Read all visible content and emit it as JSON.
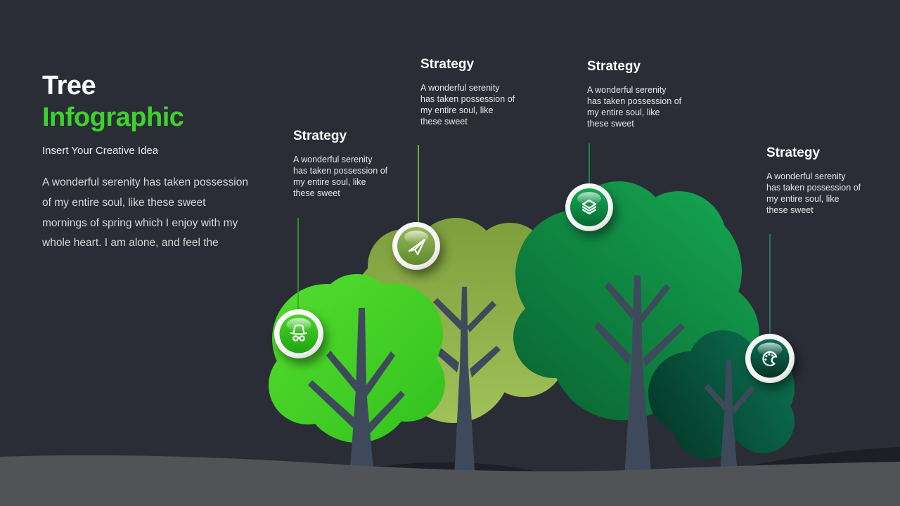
{
  "slide": {
    "title_line1": "Tree",
    "title_line2": "Infographic",
    "subtitle": "Insert Your Creative Idea",
    "intro_lines": [
      "A wonderful serenity has taken possession",
      "of my entire soul, like these sweet",
      "mornings of spring which I enjoy with my",
      "whole heart. I am alone, and feel the"
    ]
  },
  "strategies": [
    {
      "heading": "Strategy",
      "body_lines": [
        "A wonderful serenity",
        "has taken possession of",
        "my entire soul, like",
        "these sweet"
      ],
      "icon": "incognito"
    },
    {
      "heading": "Strategy",
      "body_lines": [
        "A wonderful serenity",
        "has taken possession of",
        "my entire soul, like",
        "these sweet"
      ],
      "icon": "paper-plane"
    },
    {
      "heading": "Strategy",
      "body_lines": [
        "A wonderful serenity",
        "has taken possession of",
        "my entire soul, like",
        "these sweet"
      ],
      "icon": "layers"
    },
    {
      "heading": "Strategy",
      "body_lines": [
        "A wonderful serenity",
        "has taken possession of",
        "my entire soul, like",
        "these sweet"
      ],
      "icon": "palette"
    }
  ],
  "colors": {
    "background": "#2A2D36",
    "ground": "#525356",
    "hill": "#1D1F26",
    "trunk": "#3E4A5C",
    "title_accent": "#3CD32A",
    "tree1_light": "#55DC2F",
    "tree1_dark": "#2FC01C",
    "tree2_top": "#7C9D3B",
    "tree2_bottom": "#A2C25A",
    "tree3_light": "#14A04E",
    "tree3_dark": "#096532",
    "tree4_light": "#0C6F4E",
    "tree4_dark": "#043527",
    "line1": "#2FA32F",
    "line2": "#8CC43F",
    "line3": "#12A04C",
    "line4": "#2E7F6E",
    "icon1_light": "#49D62A",
    "icon1_dark": "#1FA312",
    "icon2_light": "#96B95A",
    "icon2_dark": "#5F8A2D",
    "icon3_light": "#15A855",
    "icon3_dark": "#036B2F",
    "icon4_light": "#0C6F52",
    "icon4_dark": "#043527"
  }
}
